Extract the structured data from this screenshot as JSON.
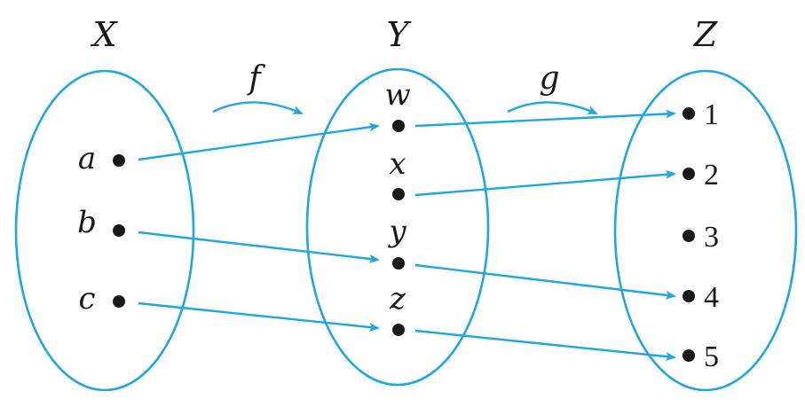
{
  "colors": {
    "line": "#1ea7e1",
    "ink": "#1a1a1a"
  },
  "sets": [
    {
      "label": "X",
      "elements": [
        "a",
        "b",
        "c"
      ]
    },
    {
      "label": "Y",
      "elements": [
        "w",
        "x",
        "y",
        "z"
      ]
    },
    {
      "label": "Z",
      "elements": [
        "1",
        "2",
        "3",
        "4",
        "5"
      ]
    }
  ],
  "functions": [
    {
      "label": "f",
      "mapping": [
        {
          "from": "a",
          "to": "w"
        },
        {
          "from": "b",
          "to": "y"
        },
        {
          "from": "c",
          "to": "z"
        }
      ]
    },
    {
      "label": "g",
      "mapping": [
        {
          "from": "w",
          "to": "1"
        },
        {
          "from": "x",
          "to": "2"
        },
        {
          "from": "y",
          "to": "4"
        },
        {
          "from": "z",
          "to": "5"
        }
      ]
    }
  ]
}
